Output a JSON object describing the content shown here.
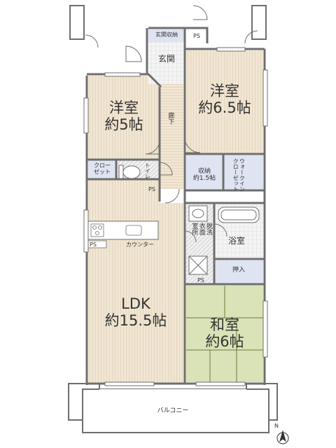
{
  "colors": {
    "wood_floor": "#f1e6d3",
    "tatami": "#d9e3b7",
    "storage_blue": "#dfe4f2",
    "bath_gray": "#e7e7e9",
    "wall": "#6e6e6e"
  },
  "rooms": {
    "western_left": {
      "name": "洋室",
      "size": "約5帖"
    },
    "western_right": {
      "name": "洋室",
      "size": "約6.5帖"
    },
    "entrance": {
      "name": "玄関"
    },
    "entrance_storage": {
      "name": "玄関収納"
    },
    "ps_top": {
      "name": "PS"
    },
    "hallway": {
      "name": "廊下"
    },
    "closet": {
      "name": "クロー\nゼット"
    },
    "toilet": {
      "name": "トイレ"
    },
    "ps_toilet": {
      "name": "PS"
    },
    "storage": {
      "name": "収納",
      "size": "約1.5帖"
    },
    "walkin": {
      "name": "ウォークイン\nクローゼット"
    },
    "washroom": {
      "name": "脱洗\n衣面\n室所"
    },
    "bath": {
      "name": "浴室"
    },
    "ps_kitchen": {
      "name": "PS"
    },
    "counter": {
      "name": "カウンター"
    },
    "ps_wash": {
      "name": "PS"
    },
    "oshiire": {
      "name": "押入"
    },
    "ldk": {
      "name": "LDK",
      "size": "約15.5帖"
    },
    "japanese": {
      "name": "和室",
      "size": "約6帖"
    },
    "balcony": {
      "name": "バルコニー"
    }
  },
  "compass": {
    "label": "N"
  }
}
